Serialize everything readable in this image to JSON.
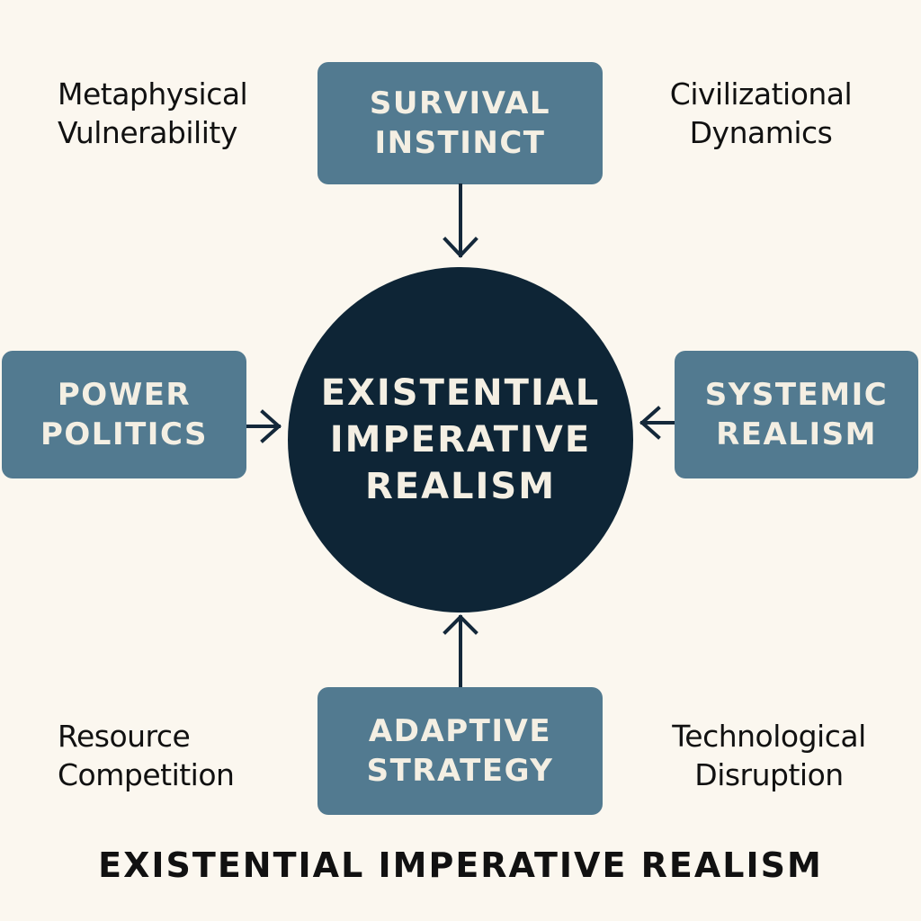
{
  "center": {
    "label": "EXISTENTIAL\nIMPERATIVE\nREALISM"
  },
  "nodes": {
    "top": "SURVIVAL\nINSTINCT",
    "left": "POWER\nPOLITICS",
    "right": "SYSTEMIC\nREALISM",
    "bottom": "ADAPTIVE\nSTRATEGY"
  },
  "corner_labels": {
    "top_left": "Metaphysical\nVulnerability",
    "top_right": "Civilizational\nDynamics",
    "bottom_left": "Resource\nCompetition",
    "bottom_right": "Technological\nDisruption"
  },
  "footer": {
    "title": "EXISTENTIAL IMPERATIVE REALISM"
  },
  "colors": {
    "background": "#fbf7ef",
    "node_fill": "#527a90",
    "center_fill": "#0e2536",
    "arrow": "#14283a",
    "text_dark": "#111111",
    "text_light": "#f4efe3"
  }
}
